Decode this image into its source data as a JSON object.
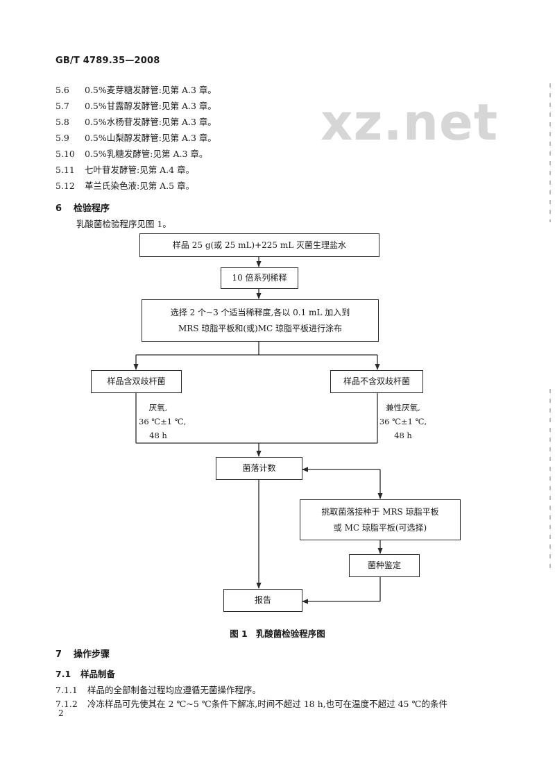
{
  "header": {
    "std_code": "GB/T 4789.35—2008"
  },
  "watermark": "xz.net",
  "items": [
    {
      "num": "5.6",
      "text": "0.5%麦芽糖发酵管:见第 A.3 章。"
    },
    {
      "num": "5.7",
      "text": "0.5%甘露醇发酵管:见第 A.3 章。"
    },
    {
      "num": "5.8",
      "text": "0.5%水杨苷发酵管:见第 A.3 章。"
    },
    {
      "num": "5.9",
      "text": "0.5%山梨醇发酵管:见第 A.3 章。"
    },
    {
      "num": "5.10",
      "text": "0.5%乳糖发酵管:见第 A.3 章。"
    },
    {
      "num": "5.11",
      "text": "七叶苷发酵管:见第 A.4 章。"
    },
    {
      "num": "5.12",
      "text": "革兰氏染色液:见第 A.5 章。"
    }
  ],
  "section6": {
    "num": "6",
    "title": "检验程序",
    "intro": "乳酸菌检验程序见图 1。"
  },
  "flowchart": {
    "box_sample": "样品 25 g(或 25 mL)+225 mL 灭菌生理盐水",
    "box_dilute": "10 倍系列稀释",
    "box_select_line1": "选择 2 个~3 个适当稀释度,各以 0.1 mL 加入到",
    "box_select_line2": "MRS 琼脂平板和(或)MC 琼脂平板进行涂布",
    "box_left": "样品含双歧杆菌",
    "box_right": "样品不含双歧杆菌",
    "left_cond": [
      "厌氧,",
      "36 ℃±1 ℃,",
      "48 h"
    ],
    "right_cond": [
      "兼性厌氧,",
      "36 ℃±1 ℃,",
      "48 h"
    ],
    "box_count": "菌落计数",
    "box_pick_line1": "挑取菌落接种于 MRS 琼脂平板",
    "box_pick_line2": "或 MC 琼脂平板(可选择)",
    "box_identify": "菌种鉴定",
    "box_report": "报告"
  },
  "figure_caption": {
    "label": "图 1",
    "title": "乳酸菌检验程序图"
  },
  "section7": {
    "num": "7",
    "title": "操作步骤"
  },
  "sub71": {
    "num": "7.1",
    "title": "样品制备"
  },
  "paras": [
    {
      "num": "7.1.1",
      "text": "样品的全部制备过程均应遵循无菌操作程序。"
    },
    {
      "num": "7.1.2",
      "text": "冷冻样品可先使其在 2 ℃~5 ℃条件下解冻,时间不超过 18 h,也可在温度不超过 45 ℃的条件"
    }
  ],
  "page_number": "2"
}
